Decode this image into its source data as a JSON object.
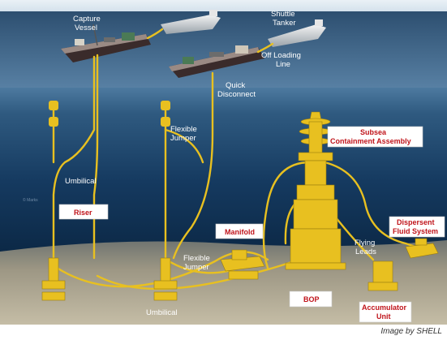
{
  "labels": {
    "capture_vessel_1": "Capture",
    "capture_vessel_2": "Vessel",
    "shuttle_tanker_1": "Shuttle",
    "shuttle_tanker_2": "Tanker",
    "offloading_1": "Off Loading",
    "offloading_2": "Line",
    "quick_disconnect_1": "Quick",
    "quick_disconnect_2": "Disconnect",
    "flexible_jumper_top_1": "Flexible",
    "flexible_jumper_top_2": "Jumper",
    "umbilical_top": "Umbilical",
    "flexible_jumper_bottom_1": "Flexible",
    "flexible_jumper_bottom_2": "Jumper",
    "umbilical_bottom": "Umbilical",
    "flying_leads_1": "Flying",
    "flying_leads_2": "Leads",
    "watermark": "© Marks"
  },
  "boxes": {
    "subsea_containment_1": "Subsea",
    "subsea_containment_2": "Containment Assembly",
    "riser": "Riser",
    "manifold": "Manifold",
    "dispersant_1": "Dispersent",
    "dispersant_2": "Fluid System",
    "bop": "BOP",
    "accumulator_1": "Accumulator",
    "accumulator_2": "Unit"
  },
  "credit": "Image by SHELL",
  "colors": {
    "sky": "#dfe9f1",
    "water_surface": "#3e6a8f",
    "water_deep": "#0d2b4a",
    "seabed": "#a9a08a",
    "line": "#e8c020",
    "box_red_text": "#c0141b"
  }
}
